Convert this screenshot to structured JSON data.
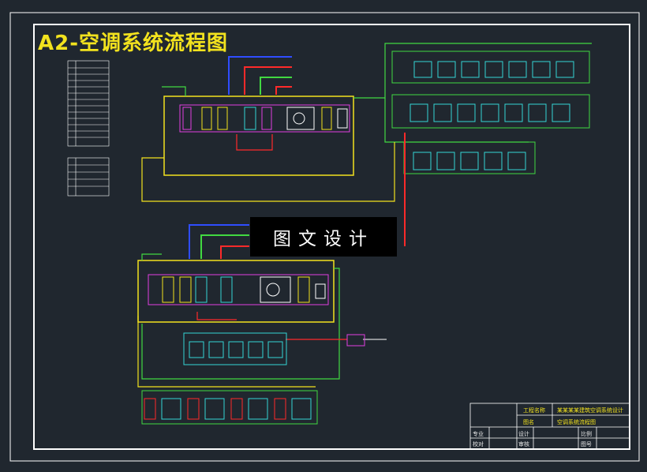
{
  "title": "A2-空调系统流程图",
  "watermark": "图文设计",
  "title_block": {
    "company": "工程名称",
    "drawing": "图名",
    "project": "某某某某建筑空调系统设计",
    "drawing_name": "空调系统流程图",
    "row1": [
      "专业",
      "设计",
      "比例"
    ],
    "row2": [
      "校对",
      "审核",
      "图号"
    ]
  },
  "colors": {
    "background": "#20272f",
    "frame": "#ffffff",
    "green": "#41d941",
    "yellow": "#f2e21e",
    "red": "#ff2a2a",
    "blue": "#2f4dff",
    "cyan": "#33d6d6",
    "magenta": "#e23fe2"
  }
}
